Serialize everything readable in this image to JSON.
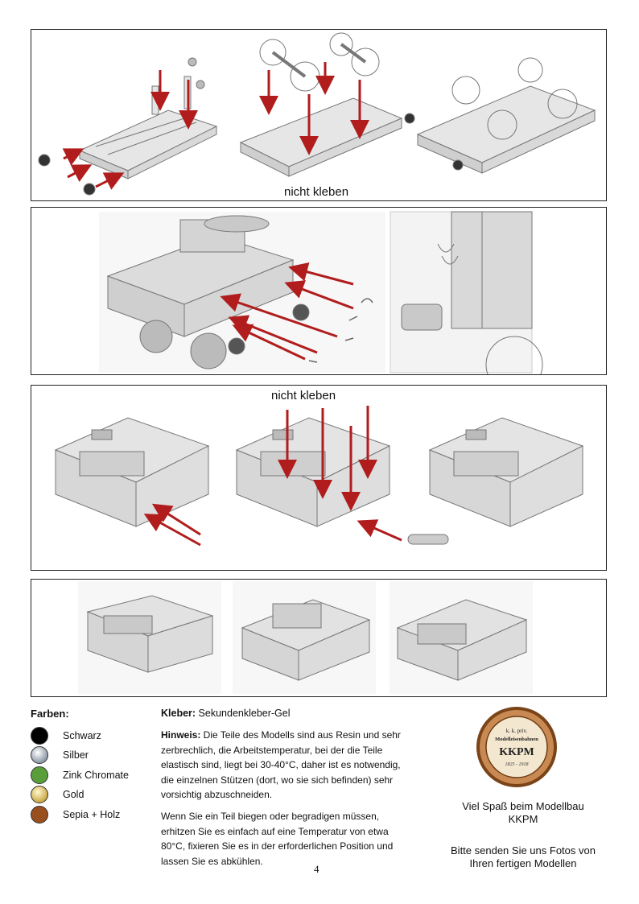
{
  "panels": [
    {
      "caption": "nicht kleben"
    },
    {},
    {
      "caption": "nicht kleben"
    },
    {}
  ],
  "legend": {
    "title": "Farben:",
    "colors": [
      {
        "label": "Schwarz",
        "color": "#000000"
      },
      {
        "label": "Silber",
        "color": "#c8ced6"
      },
      {
        "label": "Zink Chromate",
        "color": "#5a9e3c"
      },
      {
        "label": "Gold",
        "color": "#e8d27a"
      },
      {
        "label": "Sepia + Holz",
        "color": "#9a4f1f"
      }
    ]
  },
  "notes": {
    "kleber_label": "Kleber:",
    "kleber_text": " Sekundenkleber-Gel",
    "hinweis_label": "Hinweis:",
    "hinweis_text": " Die Teile des Modells sind aus Resin und sehr zerbrechlich, die Arbeitstemperatur, bei der die Teile elastisch sind, liegt bei 30-40°C, daher ist es notwendig, die einzelnen Stützen (dort, wo sie sich befinden) sehr vorsichtig abzuschneiden.",
    "hinweis2": "Wenn Sie ein Teil biegen oder begradigen müssen, erhitzen Sie es einfach auf eine Temperatur von etwa 80°C, fixieren Sie es in der erforderlichen Position und lassen Sie es abkühlen."
  },
  "seal": {
    "line1": "k. k. priv.",
    "line2": "Modelleisenbahnen",
    "line3": "KKPM",
    "line4": "1825 - 1918"
  },
  "closing": {
    "line1": "Viel Spaß beim Modellbau",
    "line2": "KKPM",
    "line3": "Bitte senden Sie uns Fotos von",
    "line4": "Ihren fertigen Modellen"
  },
  "page_number": "4",
  "accent_arrow": "#b11d1d"
}
